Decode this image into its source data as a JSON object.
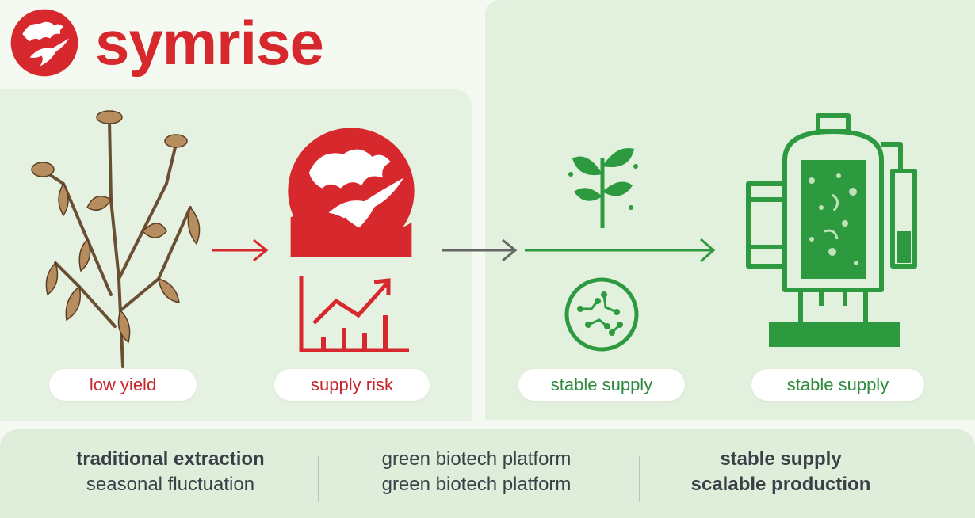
{
  "brand": {
    "name": "symrise",
    "color": "#d7282d"
  },
  "colors": {
    "red": "#d7282d",
    "green": "#2e9a3f",
    "gray": "#666666"
  },
  "icons": [
    "dragon-logo-icon",
    "withered-plant-icon",
    "growth-chart-icon",
    "sprout-icon",
    "microbe-cell-icon",
    "bioreactor-icon",
    "arrow-right-icon"
  ],
  "stages": [
    {
      "label": "low yield"
    },
    {
      "label": "supply risk"
    },
    {
      "label": "stable supply"
    },
    {
      "label": "stable supply"
    }
  ],
  "captions": [
    {
      "line1": "traditional extraction",
      "line2": "seasonal fluctuation"
    },
    {
      "line1": "green biotech platform",
      "line2": "green biotech platform"
    },
    {
      "line1": "stable supply",
      "line2": "scalable production"
    }
  ]
}
